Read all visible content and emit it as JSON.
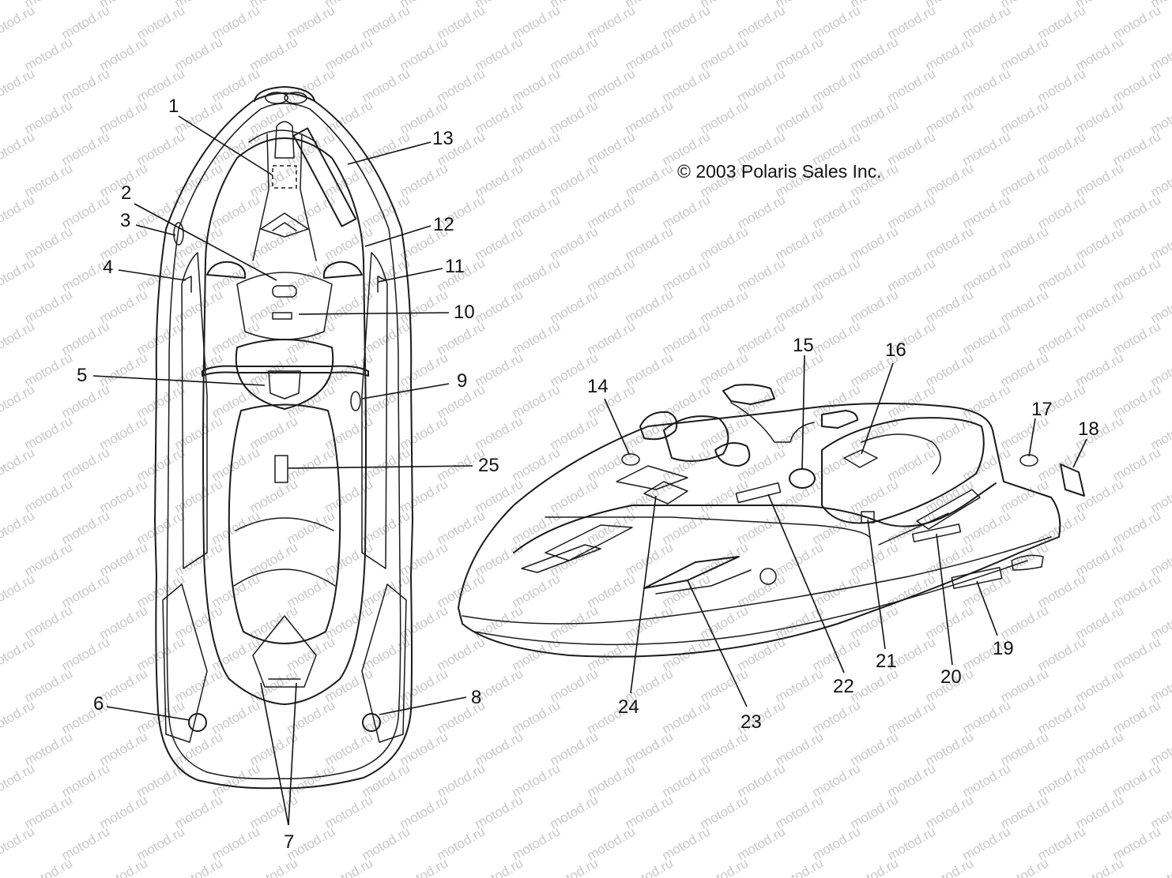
{
  "copyright": "© 2003 Polaris Sales Inc.",
  "watermark": "motod.ru",
  "callouts": [
    "1",
    "2",
    "3",
    "4",
    "5",
    "6",
    "7",
    "8",
    "9",
    "10",
    "11",
    "12",
    "13",
    "14",
    "15",
    "16",
    "17",
    "18",
    "19",
    "20",
    "21",
    "22",
    "23",
    "24",
    "25"
  ]
}
